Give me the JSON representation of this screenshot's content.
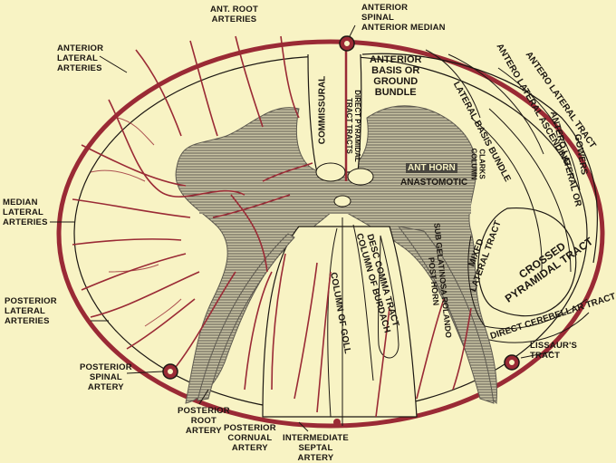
{
  "colors": {
    "background": "#f8f3c4",
    "artery": "#9a2a35",
    "ink": "#1c1712",
    "grey_matter": "#8a877c"
  },
  "labels": {
    "ant_root_arteries": "ANT. ROOT\nARTERIES",
    "anterior_spinal": "ANTERIOR\nSPINAL\nANTERIOR MEDIAN",
    "anterior_lateral_arteries": "ANTERIOR\nLATERAL\nARTERIES",
    "median_lateral_arteries": "MEDIAN\nLATERAL\nARTERIES",
    "posterior_lateral_arteries": "POSTERIOR\nLATERAL\nARTERIES",
    "posterior_spinal_artery": "POSTERIOR\nSPINAL\nARTERY",
    "posterior_root_artery": "POSTERIOR\nROOT\nARTERY",
    "posterior_cornual_artery": "POSTERIOR\nCORNUAL\nARTERY",
    "intermediate_septal_artery": "INTERMEDIATE\nSEPTAL\nARTERY",
    "lissaurs_tract": "LISSAUR'S\nTRACT"
  },
  "regions": {
    "commissural": "COMMISSURAL",
    "direct_pyramidal": "DIRECT PYRAMIDAL\nTRACT TRACTS",
    "anterior_basis": "ANTERIOR\nBASIS OR\nGROUND\nBUNDLE",
    "ant_horn": "ANT HORN",
    "anastomotic": "ANASTOMOTIC",
    "clarks_column": "CLARKS\nCOLUMN",
    "lateral_basis_bundle": "LATERAL BASIS BUNDLE",
    "antero_lateral_ascending": "ANTERO LATERAL ASCENDING",
    "antero_lateral_tract": "ANTERO LATERAL TRACT",
    "gowers": "GOWERS",
    "antero_lateral_or": "ANTERO LATERAL OR",
    "mixed_lateral_tract": "MIXED\nLATERAL TRACT",
    "crossed_pyramidal": "CROSSED\nPYRAMIDAL TRACT",
    "direct_cerebellar": "DIRECT CEREBELLAR TRACT",
    "column_of_goll": "COLUMN OF GOLL",
    "column_of_burdach": "DESC COMMA TRACT\nCOLUMN OF BURDACH",
    "sub_gelatinosa": "SUB GELATINOSA ROLANDO\nPOST HORN"
  }
}
